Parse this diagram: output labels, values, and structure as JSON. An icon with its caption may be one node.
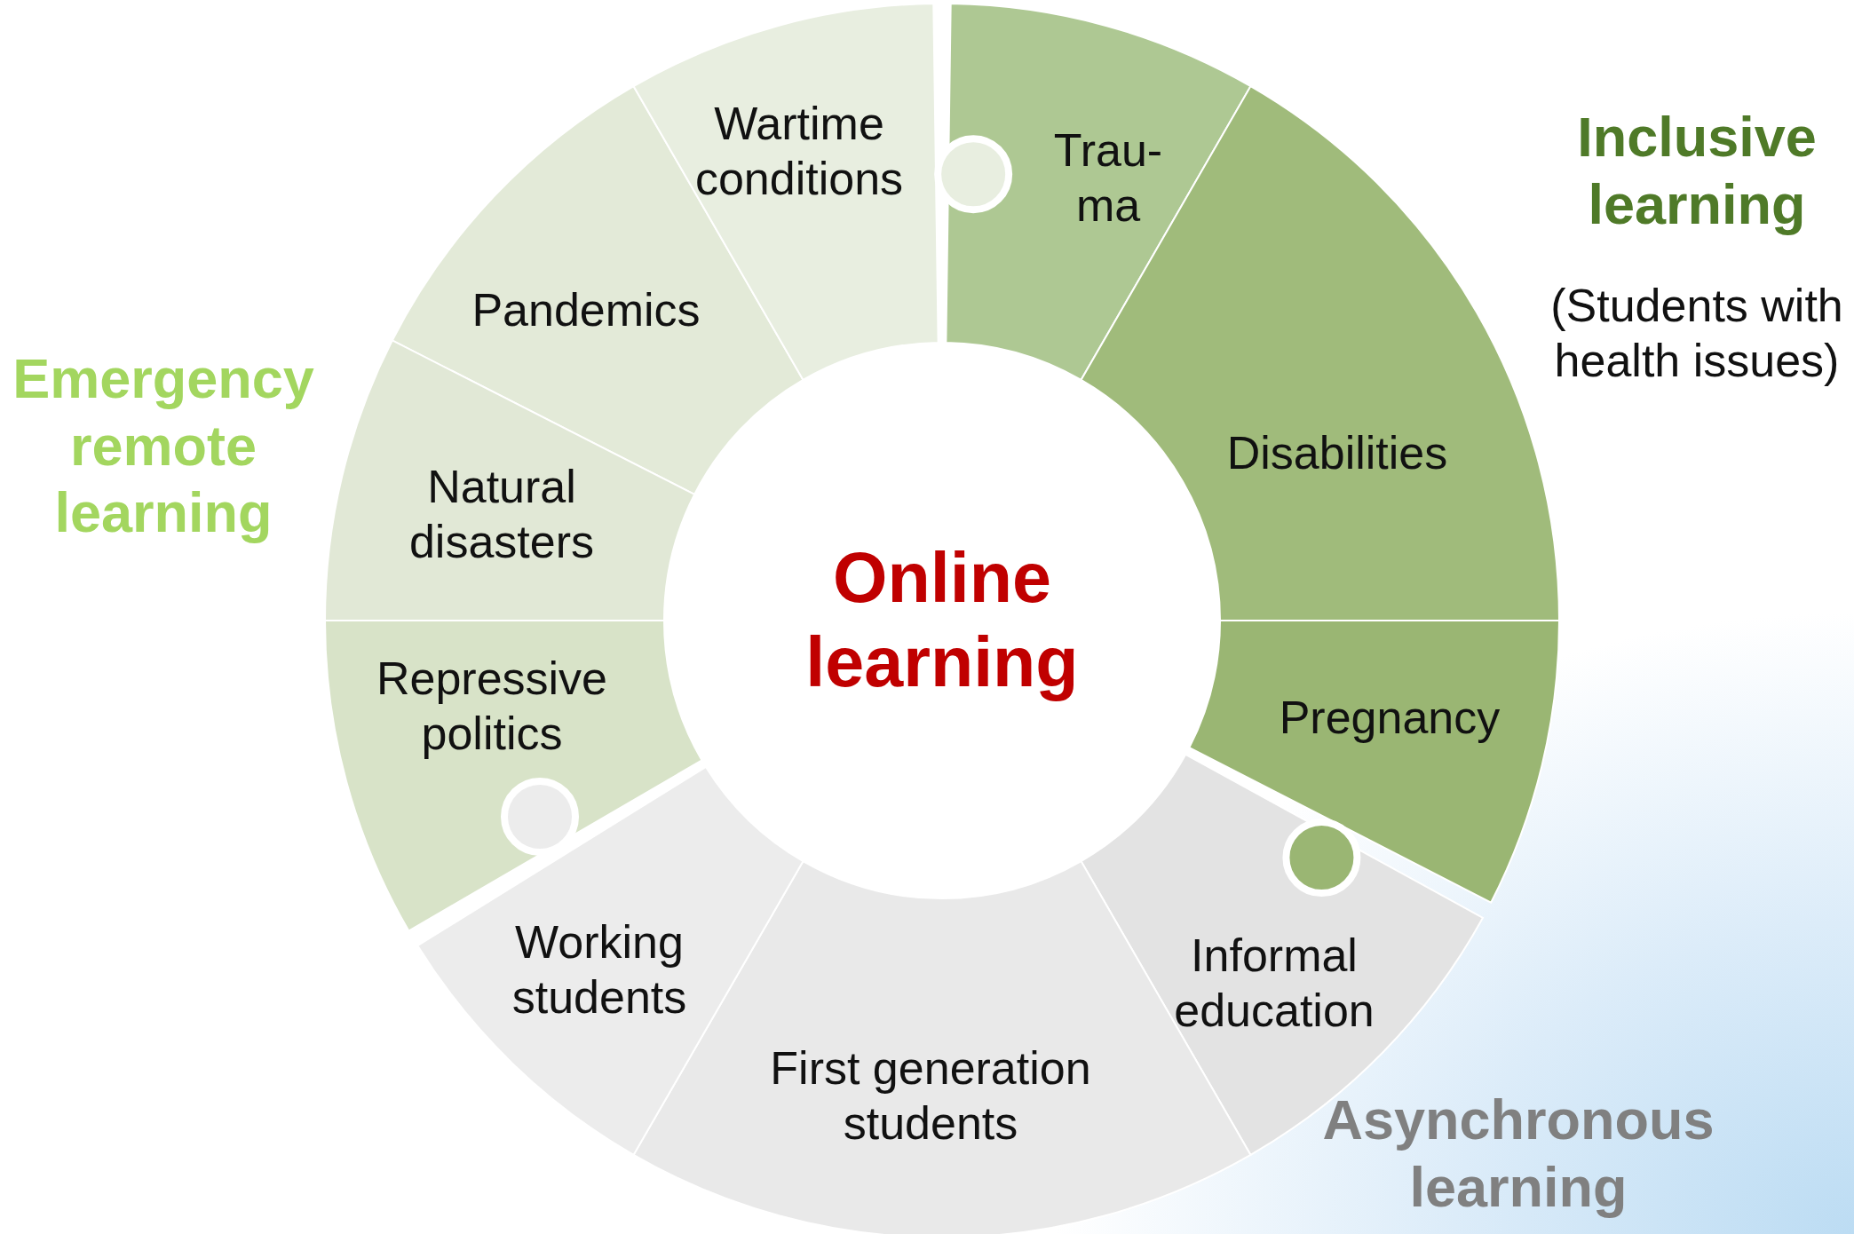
{
  "diagram": {
    "nodes": [
      {
        "text": [
          "Online learning"
        ]
      },
      {
        "text": [
          "Wartime conditions"
        ]
      },
      {
        "text": [
          "Trau- ma"
        ]
      },
      {
        "text": [
          "Pandemics"
        ]
      },
      {
        "text": [
          "Disabilities"
        ]
      },
      {
        "text": [
          "Natural disasters"
        ]
      },
      {
        "text": [
          "Pregnancy"
        ]
      },
      {
        "text": [
          "Repressive politics"
        ]
      },
      {
        "text": [
          "Working students"
        ]
      },
      {
        "text": [
          "Informal education"
        ]
      },
      {
        "text": [
          "First generation students"
        ]
      }
    ],
    "labels": [
      "Emergency remote learning",
      "Inclusive learning",
      "(Students with health issues)",
      "Asynchronous learning"
    ]
  }
}
